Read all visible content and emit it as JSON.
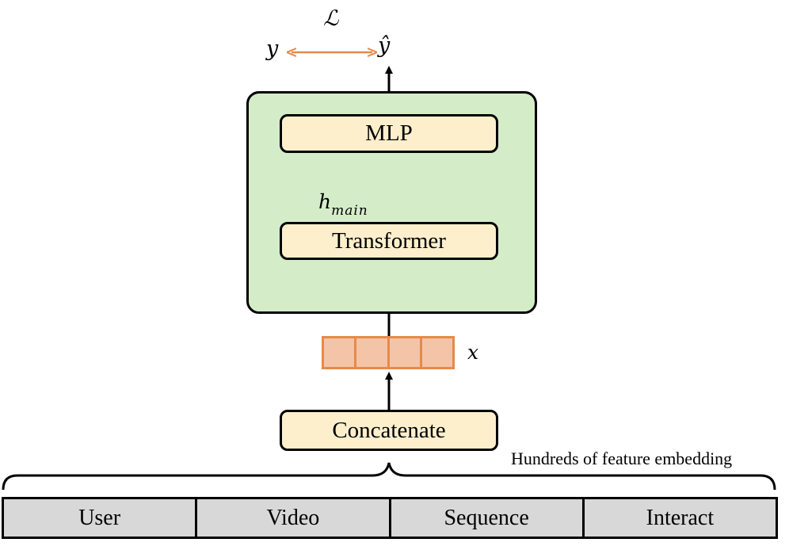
{
  "blocks": {
    "mlp": "MLP",
    "transformer": "Transformer",
    "concatenate": "Concatenate"
  },
  "labels": {
    "loss": "ℒ",
    "y": "y",
    "y_hat": "ŷ",
    "x": "x",
    "h_base": "h",
    "h_sub": "main"
  },
  "brace_caption": "Hundreds of feature embedding",
  "features": [
    "User",
    "Video",
    "Sequence",
    "Interact"
  ],
  "colors": {
    "panel_fill": "#d5ecc9",
    "block_fill": "#fdefcc",
    "vector_fill": "#f4c4a8",
    "vector_stroke": "#e58a4b",
    "loss_arrow": "#e58a4b",
    "feature_fill": "#d8d8d8"
  }
}
